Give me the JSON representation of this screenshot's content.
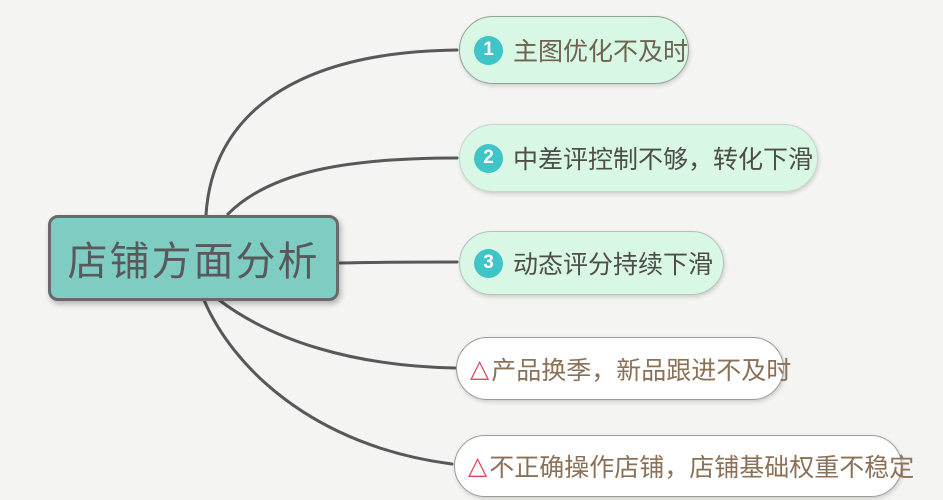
{
  "page": {
    "background": "#f4f4f3"
  },
  "root": {
    "label": "店铺方面分析",
    "fill": "#7fcdc2",
    "border_color": "#68696a",
    "text_color": "#58595b"
  },
  "branches": [
    {
      "marker": "1",
      "marker_type": "number",
      "label": "主图优化不及时",
      "fill": "#d8f7e4",
      "text_color": "#6e6250"
    },
    {
      "marker": "2",
      "marker_type": "number",
      "label": "中差评控制不够，转化下滑",
      "fill": "#d8f7e4",
      "text_color": "#4f4d4a"
    },
    {
      "marker": "3",
      "marker_type": "number",
      "label": "动态评分持续下滑",
      "fill": "#d8f7e4",
      "text_color": "#4f4d4a"
    },
    {
      "marker": "△",
      "marker_type": "warning",
      "label": "产品换季，新品跟进不及时",
      "fill": "#ffffff",
      "text_color": "#8a7157"
    },
    {
      "marker": "△",
      "marker_type": "warning",
      "label": "不正确操作店铺，店铺基础权重不稳定",
      "fill": "#ffffff",
      "text_color": "#8a7157"
    }
  ],
  "colors": {
    "badge_fill": "#3fc5c8",
    "badge_text": "#ffffff",
    "warning": "#e2485e",
    "connector": "#58585a"
  }
}
